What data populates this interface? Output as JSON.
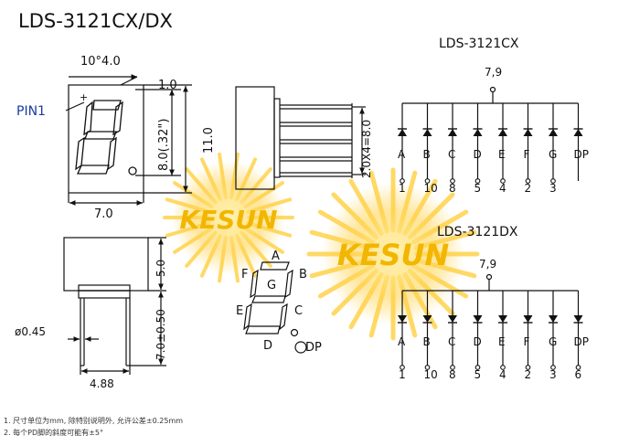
{
  "title": "LDS-3121CX/DX",
  "front_view": {
    "pin1_label": "PIN1",
    "plus_mark": "+",
    "dim_top": "10°4.0",
    "dim_gap": "1.0",
    "dim_digit_height": "8.0(.32\")",
    "dim_height": "11.0",
    "dim_width": "7.0"
  },
  "side_view": {
    "dim_pin_pitch": "2.0X4=8.0"
  },
  "bottom_view": {
    "dim_pin_dia": "ø0.45",
    "dim_body_height": "5.0",
    "dim_pin_length": "7.0±0.50",
    "dim_pin_row": "4.88"
  },
  "segments": {
    "a": "A",
    "b": "B",
    "c": "C",
    "d": "D",
    "e": "E",
    "f": "F",
    "g": "G",
    "dp": "DP"
  },
  "watermark": "KESUN",
  "circuit_cx": {
    "title": "LDS-3121CX",
    "common_pins": "7,9",
    "seg_labels": [
      "A",
      "B",
      "C",
      "D",
      "E",
      "F",
      "G",
      "DP"
    ],
    "pins": [
      "1",
      "10",
      "8",
      "5",
      "4",
      "2",
      "3"
    ]
  },
  "circuit_dx": {
    "title": "LDS-3121DX",
    "common_pins": "7,9",
    "seg_labels": [
      "A",
      "B",
      "C",
      "D",
      "E",
      "F",
      "G",
      "DP"
    ],
    "pins": [
      "1",
      "10",
      "8",
      "5",
      "4",
      "2",
      "3",
      "6"
    ]
  },
  "notes": [
    "1. 尺寸单位为mm, 除特别说明外, 允许公差±0.25mm",
    "2. 每个PD脚的斜度可能有±5°"
  ]
}
